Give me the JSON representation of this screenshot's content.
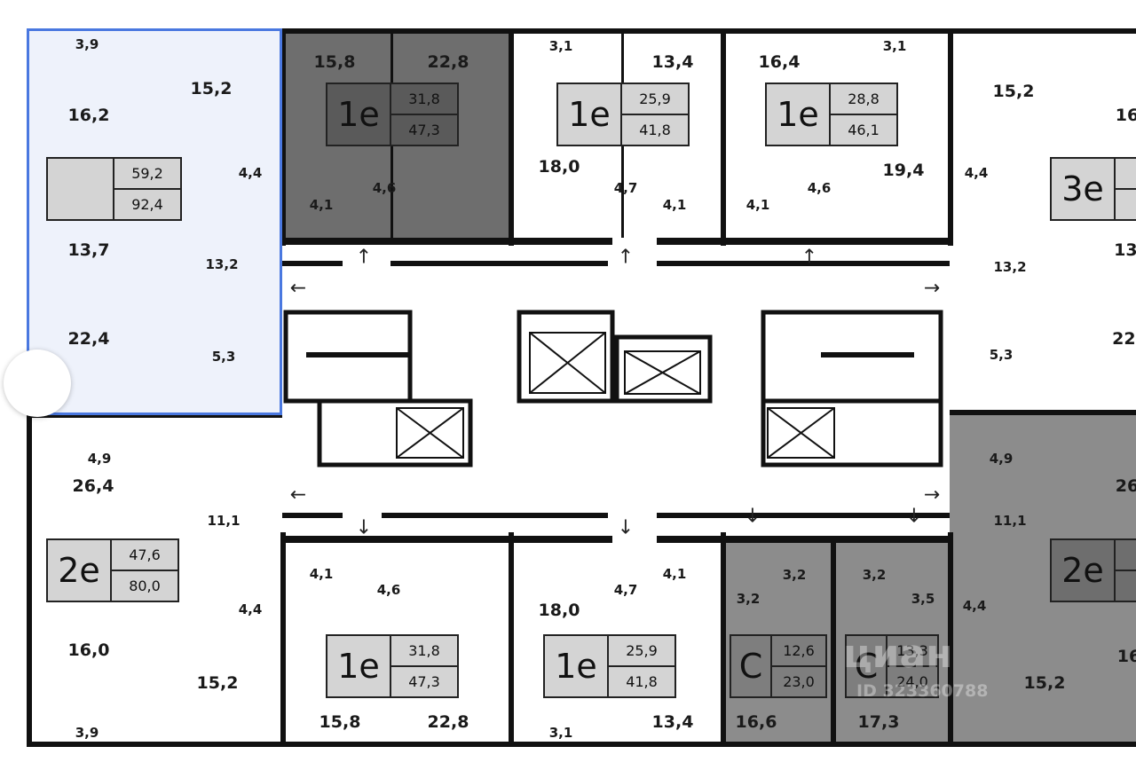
{
  "colors": {
    "highlight_fill": "#eef2fb",
    "highlight_border": "#4a78e0",
    "dark_apartment": "#6e6e6e",
    "gray_apartment": "#8c8c8c",
    "badge_light": "#d4d4d4"
  },
  "apartments": [
    {
      "type": "",
      "living": "59,2",
      "total": "92,4"
    },
    {
      "type": "1e",
      "living": "31,8",
      "total": "47,3"
    },
    {
      "type": "1e",
      "living": "25,9",
      "total": "41,8"
    },
    {
      "type": "1e",
      "living": "28,8",
      "total": "46,1"
    },
    {
      "type": "3e",
      "living": "",
      "total": ""
    },
    {
      "type": "2e",
      "living": "47,6",
      "total": "80,0"
    },
    {
      "type": "1e",
      "living": "31,8",
      "total": "47,3"
    },
    {
      "type": "1e",
      "living": "25,9",
      "total": "41,8"
    },
    {
      "type": "C",
      "living": "12,6",
      "total": "23,0"
    },
    {
      "type": "C",
      "living": "13,3",
      "total": "24,0"
    },
    {
      "type": "2e",
      "living": "",
      "total": ""
    }
  ],
  "rooms": [
    "3,9",
    "16,2",
    "15,2",
    "4,4",
    "13,7",
    "13,2",
    "22,4",
    "5,3",
    "15,8",
    "22,8",
    "4,6",
    "4,1",
    "3,1",
    "13,4",
    "18,0",
    "4,7",
    "4,1",
    "16,4",
    "3,1",
    "19,4",
    "4,6",
    "4,1",
    "15,2",
    "16",
    "4,4",
    "13,2",
    "13,",
    "22,",
    "5,3",
    "4,9",
    "26,4",
    "11,1",
    "4,4",
    "16,0",
    "15,2",
    "3,9",
    "4,1",
    "4,6",
    "15,8",
    "22,8",
    "18,0",
    "4,7",
    "4,1",
    "3,1",
    "13,4",
    "3,2",
    "3,2",
    "3,2",
    "3,5",
    "16,6",
    "17,3",
    "4,9",
    "26",
    "11,1",
    "4,4",
    "15,2",
    "16"
  ],
  "arrows": {
    "left": "←",
    "right": "→",
    "up": "↑",
    "down": "↓"
  },
  "watermark": {
    "brand": "циан",
    "id": "ID 323360788"
  }
}
